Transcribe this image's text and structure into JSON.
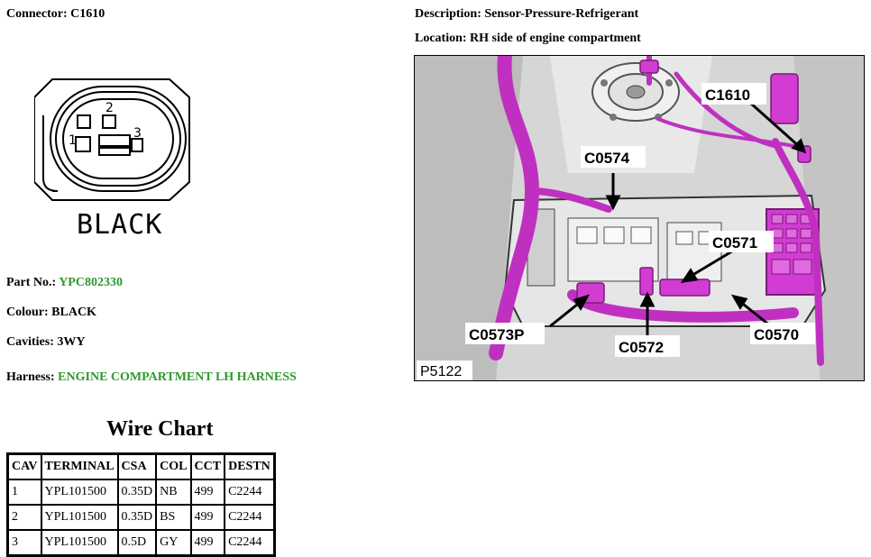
{
  "header": {
    "connector_label": "Connector: C1610",
    "description_label": "Description: Sensor-Pressure-Refrigerant",
    "location_label": "Location: RH side of engine compartment"
  },
  "connector": {
    "color_text": "BLACK",
    "pins": [
      "1",
      "2",
      "3"
    ]
  },
  "details": {
    "part_no_label": "Part No.: ",
    "part_no_value": "YPC802330",
    "colour": "Colour: BLACK",
    "cavities": "Cavities: 3WY",
    "harness_label": "Harness: ",
    "harness_value": "ENGINE COMPARTMENT LH HARNESS"
  },
  "wire_chart": {
    "title": "Wire Chart",
    "columns": [
      "CAV",
      "TERMINAL",
      "CSA",
      "COL",
      "CCT",
      "DESTN"
    ],
    "rows": [
      [
        "1",
        "YPL101500",
        "0.35D",
        "NB",
        "499",
        "C2244"
      ],
      [
        "2",
        "YPL101500",
        "0.35D",
        "BS",
        "499",
        "C2244"
      ],
      [
        "3",
        "YPL101500",
        "0.5D",
        "GY",
        "499",
        "C2244"
      ]
    ]
  },
  "photo": {
    "callouts": [
      "C1610",
      "C0574",
      "C0571",
      "C0573P",
      "C0572",
      "C0570"
    ],
    "ref": "P5122",
    "highlight_color": "#d23cd2"
  },
  "colors": {
    "green": "#2e9a2e"
  }
}
